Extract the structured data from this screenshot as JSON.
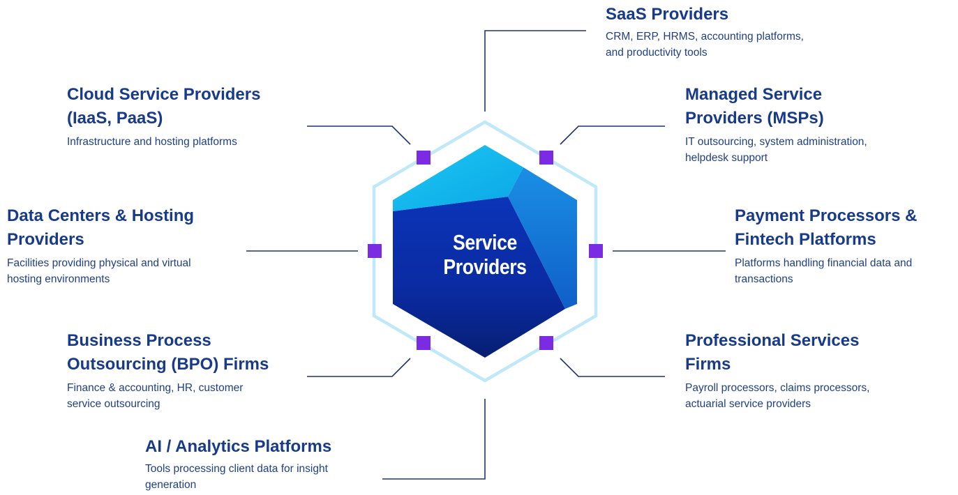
{
  "hub": {
    "title": "Service\nProviders"
  },
  "colors": {
    "text_dark_blue": "#173a8a",
    "connector_line": "#1b3570",
    "node_square": "#7b2be2",
    "outer_hexagon_outline": "#bfe8f8",
    "hexagon_top_light": "#12b8ee",
    "hexagon_mid_blue": "#1a86df",
    "hexagon_deep_blue": "#0b2a9b",
    "hexagon_bottom_navy": "#061f72"
  },
  "categories": [
    {
      "id": "saas",
      "title": "SaaS Providers",
      "description": "CRM, ERP, HRMS, accounting platforms,\nand productivity tools"
    },
    {
      "id": "cloud",
      "title": "Cloud Service Providers\n(IaaS, PaaS)",
      "description": "Infrastructure and hosting platforms"
    },
    {
      "id": "msp",
      "title": "Managed Service\nProviders (MSPs)",
      "description": "IT outsourcing, system administration,\nhelpdesk support"
    },
    {
      "id": "datacenters",
      "title": "Data Centers & Hosting\nProviders",
      "description": "Facilities providing physical and virtual\nhosting environments"
    },
    {
      "id": "payments",
      "title": "Payment Processors &\nFintech Platforms",
      "description": "Platforms handling financial data and\ntransactions"
    },
    {
      "id": "bpo",
      "title": "Business Process\nOutsourcing (BPO) Firms",
      "description": "Finance & accounting, HR, customer\nservice outsourcing"
    },
    {
      "id": "professional",
      "title": "Professional Services\nFirms",
      "description": "Payroll processors, claims processors,\nactuarial service providers"
    },
    {
      "id": "ai",
      "title": "AI / Analytics Platforms",
      "description": "Tools processing client data for insight\ngeneration"
    }
  ]
}
